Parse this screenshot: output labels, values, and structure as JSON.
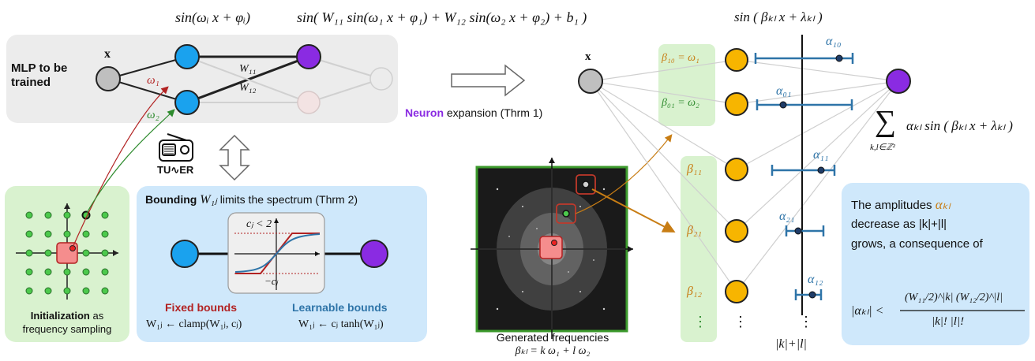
{
  "colors": {
    "blue_node": "#1aa2ee",
    "purple_node": "#8a2be2",
    "gray_node": "#bfbfbf",
    "yellow_node": "#f7b500",
    "red_arrow": "#b22222",
    "green_arrow": "#2e8b2e",
    "teal": "#2e74a8",
    "orange": "#c87d14",
    "panel_gray": "#ececec",
    "panel_green": "#d9f2cf",
    "panel_blue": "#cfe8fb"
  },
  "top_formulas": {
    "f1": "sin(ωᵢ x + φᵢ)",
    "f2": "sin( W₁₁ sin(ω₁ x + φ₁) + W₁₂ sin(ω₂ x + φ₂) + b₁ )",
    "f3": "sin ( βₖₗ x + λₖₗ )"
  },
  "mlp": {
    "title_line1": "MLP to be",
    "title_line2": "trained",
    "x_label": "x",
    "w11": "W₁₁",
    "w12": "W₁₂",
    "omega1": "ω₁",
    "omega2": "ω₂"
  },
  "tuner": {
    "label": "TU∿ER"
  },
  "init_panel": {
    "line1_bold": "Initialization",
    "line1_rest": " as",
    "line2": "frequency sampling"
  },
  "bounding_panel": {
    "title_bold": "Bounding",
    "title_math": "W₁ⱼ",
    "title_rest": "limits the spectrum (Thrm 2)",
    "cj_upper": "cⱼ < 2",
    "cj_lower": "−cⱼ",
    "fixed_label": "Fixed bounds",
    "fixed_formula": "W₁ⱼ ← clamp(W₁ⱼ, cⱼ)",
    "learn_label": "Learnable bounds",
    "learn_formula": "W₁ⱼ ← cⱼ tanh(W₁ⱼ)"
  },
  "expansion": {
    "neuron_word": "Neuron",
    "rest": " expansion (Thrm 1)"
  },
  "spectrum": {
    "caption_line1": "Generated frequencies",
    "caption_line2": "βₖₗ = k ω₁ + l ω₂"
  },
  "right": {
    "x_label": "x",
    "beta10": "β₁₀ = ω₁",
    "beta01": "β₀₁ = ω₂",
    "beta11": "β₁₁",
    "beta21": "β₂₁",
    "beta12": "β₁₂",
    "vdots": "⋮",
    "alpha10": "α₁₀",
    "alpha01": "α₀₁",
    "alpha11": "α₁₁",
    "alpha21": "α₂₁",
    "alpha12": "α₁₂",
    "axis_label": "|k|+|l|",
    "sum_symbol": "∑",
    "sum_sub": "k,l∈ℤ²",
    "sum_expr": "αₖₗ sin ( βₖₗ x + λₖₗ )"
  },
  "amp_panel": {
    "line1_pre": "The amplitudes ",
    "line1_alpha": "αₖₗ",
    "line2": "decrease as  |k|+|l|",
    "line3": "grows, a consequence of",
    "lhs": "|αₖₗ| <",
    "num": "(W₁₁/2)^|k| (W₁₂/2)^|l|",
    "den": "|k|! |l|!"
  }
}
